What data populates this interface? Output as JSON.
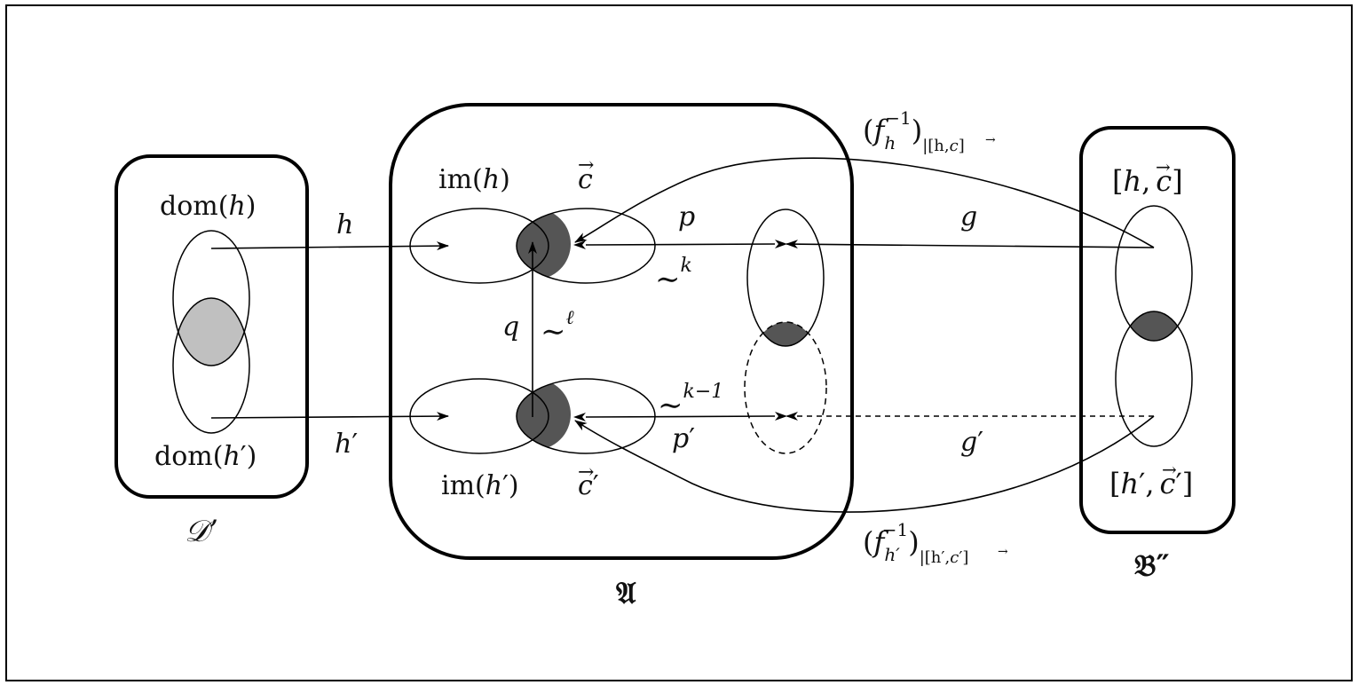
{
  "labels": {
    "dom_h": {
      "fn": "dom",
      "open": "(",
      "var": "h",
      "prime": "",
      "close": ")"
    },
    "dom_hp": {
      "fn": "dom",
      "open": "(",
      "var": "h",
      "prime": "′",
      "close": ")"
    },
    "im_h": {
      "fn": "im",
      "open": "(",
      "var": "h",
      "prime": "",
      "close": ")"
    },
    "im_hp": {
      "fn": "im",
      "open": "(",
      "var": "h",
      "prime": "′",
      "close": ")"
    },
    "c_vec": {
      "arrow": "→",
      "var": "c"
    },
    "c_vec_prime": {
      "arrow": "→",
      "var": "c",
      "prime": "′"
    },
    "h_arrow": "h",
    "hp_arrow": {
      "var": "h",
      "prime": "′"
    },
    "p_arrow": "p",
    "pp_arrow": {
      "var": "p",
      "prime": "′"
    },
    "q_arrow": "q",
    "sim_k": {
      "sym": "∼",
      "sup": "k"
    },
    "sim_l": {
      "sym": "∼",
      "sup": "ℓ"
    },
    "sim_k1": {
      "sym": "∼",
      "sup": "k−1"
    },
    "g_arrow": "g",
    "gp_arrow": {
      "var": "g",
      "prime": "′"
    },
    "f_inv_top": {
      "open": "(",
      "f": "f",
      "sub": "h",
      "sup": "−1",
      "close": ")",
      "restr": "|[h,",
      "restr_vec": "c",
      "restr_vec_arrow": "→",
      "restr_close": "]"
    },
    "f_inv_bot": {
      "open": "(",
      "f": "f",
      "sub": "h′",
      "sup": "−1",
      "close": ")",
      "restr": "|[h′,",
      "restr_vec": "c",
      "restr_vec_prime": "′",
      "restr_vec_arrow": "→",
      "restr_close": "]"
    },
    "h_c_top": {
      "open": "[",
      "var": "h",
      "comma": ",",
      "vec": "c",
      "vec_arrow": "→",
      "close": "]"
    },
    "h_c_bot": {
      "open": "[",
      "var": "h",
      "prime": "′",
      "comma": ",",
      "vec": "c",
      "vec_prime": "′",
      "vec_arrow": "→",
      "close": "]"
    },
    "struct_D": "𝒟’",
    "struct_A": "𝔄",
    "struct_B": "𝔅″"
  },
  "colors": {
    "stroke": "#000000",
    "light_fill": "#c0c0c0",
    "dark_fill": "#555555",
    "background": "#ffffff"
  }
}
